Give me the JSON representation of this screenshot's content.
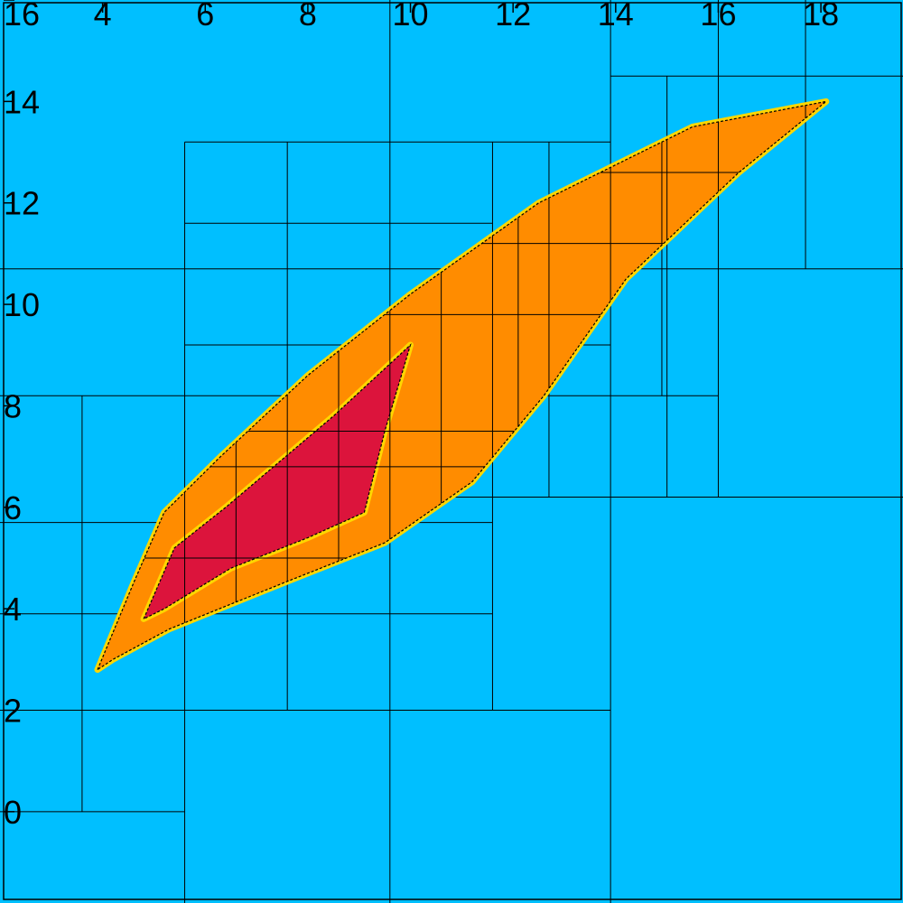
{
  "chart_data": {
    "type": "heatmap",
    "title": "",
    "xlabel": "",
    "ylabel": "",
    "xlim": [
      2,
      19.6
    ],
    "ylim": [
      -1.8,
      16
    ],
    "x_ticks": [
      "4",
      "6",
      "8",
      "10",
      "12",
      "14",
      "16",
      "18"
    ],
    "y_ticks": [
      "16",
      "14",
      "12",
      "10",
      "8",
      "6",
      "4",
      "2",
      "0"
    ],
    "grid": false,
    "colors": {
      "background_class": "#00bfff",
      "boundary_class": "#ffd700",
      "outer_region": "#ff8c00",
      "inner_region": "#dc143c",
      "cell_border": "#000000"
    },
    "regions": [
      {
        "name": "outer",
        "color": "#ff8c00",
        "polygon": [
          [
            3.9,
            2.8
          ],
          [
            4.6,
            4.5
          ],
          [
            5.2,
            5.9
          ],
          [
            6.3,
            7.0
          ],
          [
            8.0,
            8.6
          ],
          [
            10.0,
            10.2
          ],
          [
            12.5,
            12.0
          ],
          [
            15.5,
            13.5
          ],
          [
            18.1,
            14.0
          ],
          [
            16.4,
            12.6
          ],
          [
            14.2,
            10.5
          ],
          [
            12.6,
            8.2
          ],
          [
            11.2,
            6.5
          ],
          [
            9.5,
            5.3
          ],
          [
            7.5,
            4.5
          ],
          [
            5.3,
            3.6
          ],
          [
            4.2,
            3.0
          ]
        ]
      },
      {
        "name": "inner",
        "color": "#dc143c",
        "polygon": [
          [
            4.8,
            3.8
          ],
          [
            5.4,
            5.2
          ],
          [
            6.4,
            6.0
          ],
          [
            8.5,
            7.8
          ],
          [
            10.0,
            9.2
          ],
          [
            9.5,
            7.5
          ],
          [
            9.1,
            5.9
          ],
          [
            8.0,
            5.4
          ],
          [
            6.5,
            4.8
          ],
          [
            5.2,
            4.0
          ]
        ]
      }
    ],
    "cell_lines": {
      "vertical": [
        {
          "x": 3.6,
          "y": [
            0,
            8.2
          ]
        },
        {
          "x": 5.6,
          "y": [
            -1.8,
            13.2
          ]
        },
        {
          "x": 7.6,
          "y": [
            2.0,
            13.2
          ]
        },
        {
          "x": 9.6,
          "y": [
            -1.8,
            16
          ]
        },
        {
          "x": 11.6,
          "y": [
            2.0,
            13.2
          ]
        },
        {
          "x": 13.9,
          "y": [
            -1.8,
            16
          ]
        },
        {
          "x": 15.0,
          "y": [
            6.2,
            14.5
          ]
        },
        {
          "x": 16.0,
          "y": [
            6.2,
            16
          ]
        },
        {
          "x": 17.7,
          "y": [
            10.7,
            16
          ]
        },
        {
          "x": 12.7,
          "y": [
            6.2,
            13.2
          ]
        },
        {
          "x": 14.9,
          "y": [
            8.2,
            12.0
          ]
        }
      ],
      "horizontal": [
        {
          "y": 13.2,
          "x": [
            5.6,
            13.9
          ]
        },
        {
          "y": 10.7,
          "x": [
            2.0,
            19.6
          ]
        },
        {
          "y": 9.2,
          "x": [
            5.6,
            13.9
          ]
        },
        {
          "y": 8.2,
          "x": [
            2.0,
            16.0
          ]
        },
        {
          "y": 6.2,
          "x": [
            7.6,
            19.6
          ]
        },
        {
          "y": 5.7,
          "x": [
            2.0,
            11.6
          ]
        },
        {
          "y": 3.9,
          "x": [
            2.0,
            11.6
          ]
        },
        {
          "y": 2.0,
          "x": [
            2.0,
            13.9
          ]
        },
        {
          "y": 0.0,
          "x": [
            2.0,
            5.6
          ]
        },
        {
          "y": 14.5,
          "x": [
            13.9,
            19.6
          ]
        },
        {
          "y": 11.6,
          "x": [
            5.6,
            11.6
          ]
        }
      ]
    }
  }
}
